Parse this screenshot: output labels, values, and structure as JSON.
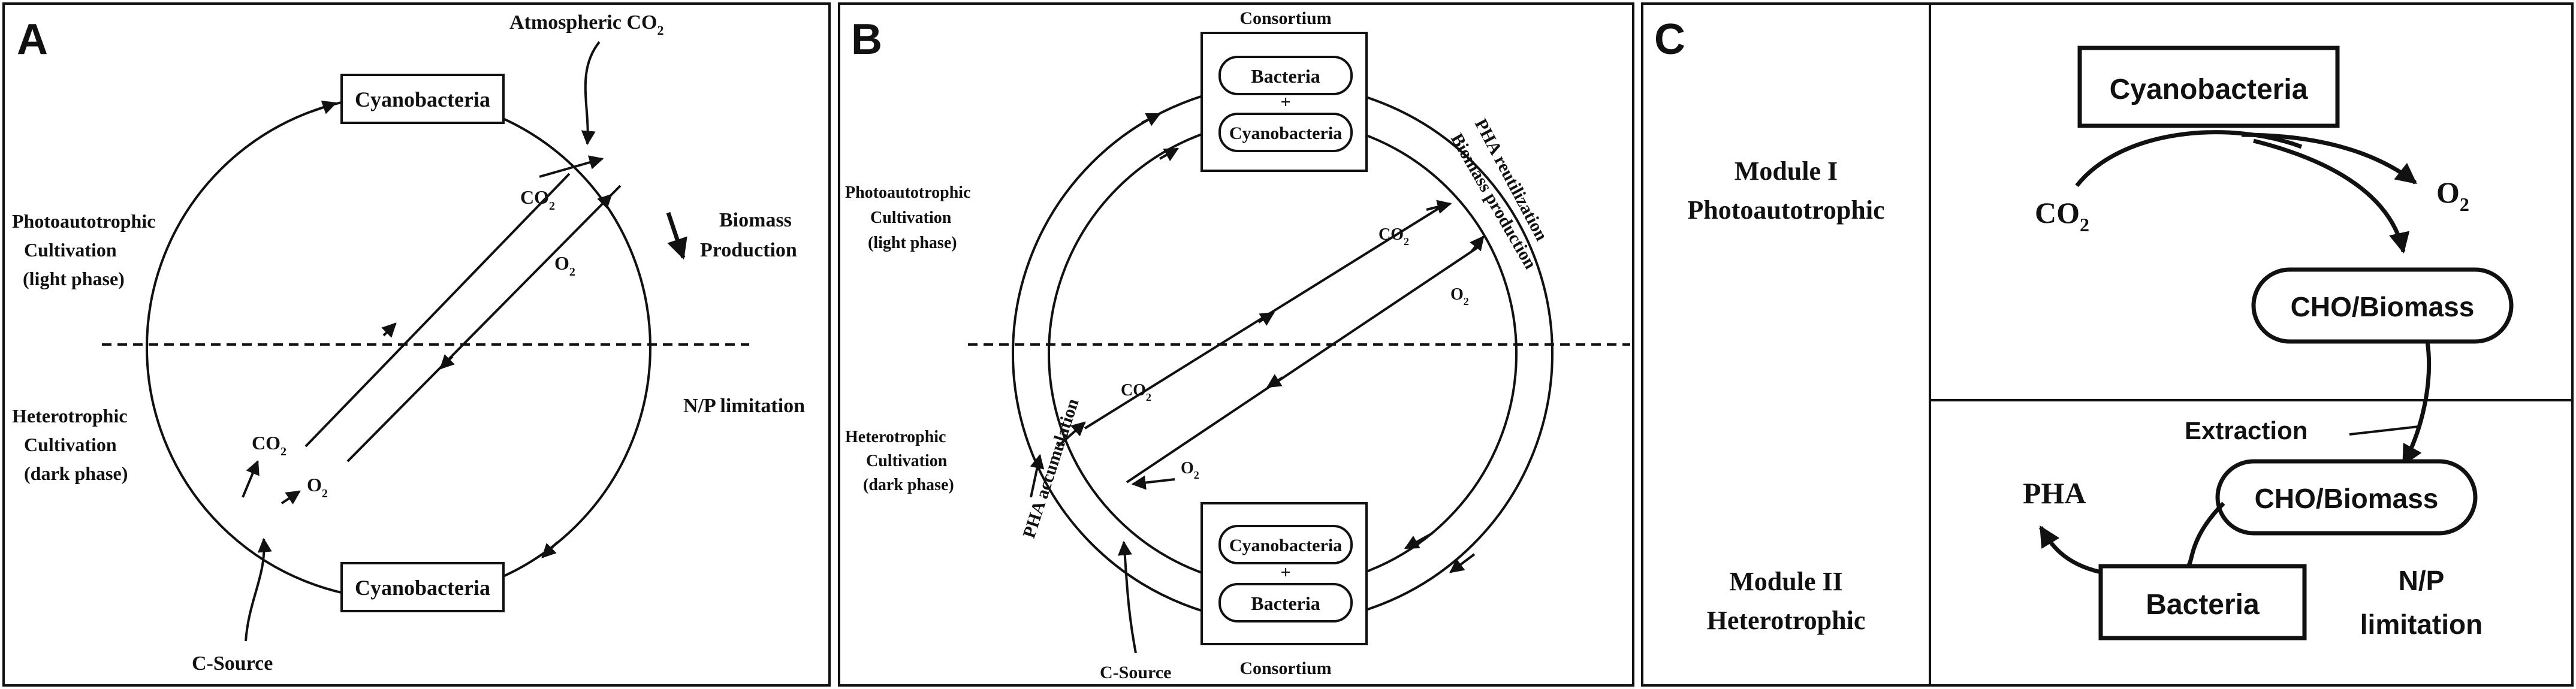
{
  "panel_a": {
    "letter": "A",
    "top_box": "Cyanobacteria",
    "bottom_box": "Cyanobacteria",
    "atmospheric": "Atmospheric CO",
    "atmospheric_sub": "2",
    "photo_line1": "Photoautotrophic",
    "photo_line2": "Cultivation",
    "photo_line3": "(light phase)",
    "biomass_line1": "Biomass",
    "biomass_line2": "Production",
    "hetero_line1": "Heterotrophic",
    "hetero_line2": "Cultivation",
    "hetero_line3": "(dark phase)",
    "np_limitation": "N/P limitation",
    "co2_upper": "CO",
    "o2_upper": "O",
    "co2_lower": "CO",
    "o2_lower": "O",
    "sub2": "2",
    "c_source": "C-Source"
  },
  "panel_b": {
    "letter": "B",
    "consortium_top": "Consortium",
    "consortium_bottom": "Consortium",
    "bacteria_top": "Bacteria",
    "cyano_top": "Cyanobacteria",
    "plus": "+",
    "cyano_bottom": "Cyanobacteria",
    "bacteria_bottom": "Bacteria",
    "photo_line1": "Photoautotrophic",
    "photo_line2": "Cultivation",
    "photo_line3": "(light phase)",
    "hetero_line1": "Heterotrophic",
    "hetero_line2": "Cultivation",
    "hetero_line3": "(dark phase)",
    "pha_reutilization": "PHA reutilization",
    "biomass_production": "Biomass production",
    "pha_accumulation": "PHA accumulation",
    "co2_upper": "CO",
    "o2_upper": "O",
    "co2_lower": "CO",
    "o2_lower": "O",
    "sub2": "2",
    "c_source": "C-Source"
  },
  "panel_c": {
    "letter": "C",
    "module1_line1": "Module I",
    "module1_line2": "Photoautotrophic",
    "module2_line1": "Module II",
    "module2_line2": "Heterotrophic",
    "cyanobacteria": "Cyanobacteria",
    "co2": "CO",
    "o2": "O",
    "sub2": "2",
    "cho_biomass_1": "CHO/Biomass",
    "extraction": "Extraction",
    "cho_biomass_2": "CHO/Biomass",
    "pha": "PHA",
    "bacteria": "Bacteria",
    "np_line1": "N/P",
    "np_line2": "limitation"
  }
}
